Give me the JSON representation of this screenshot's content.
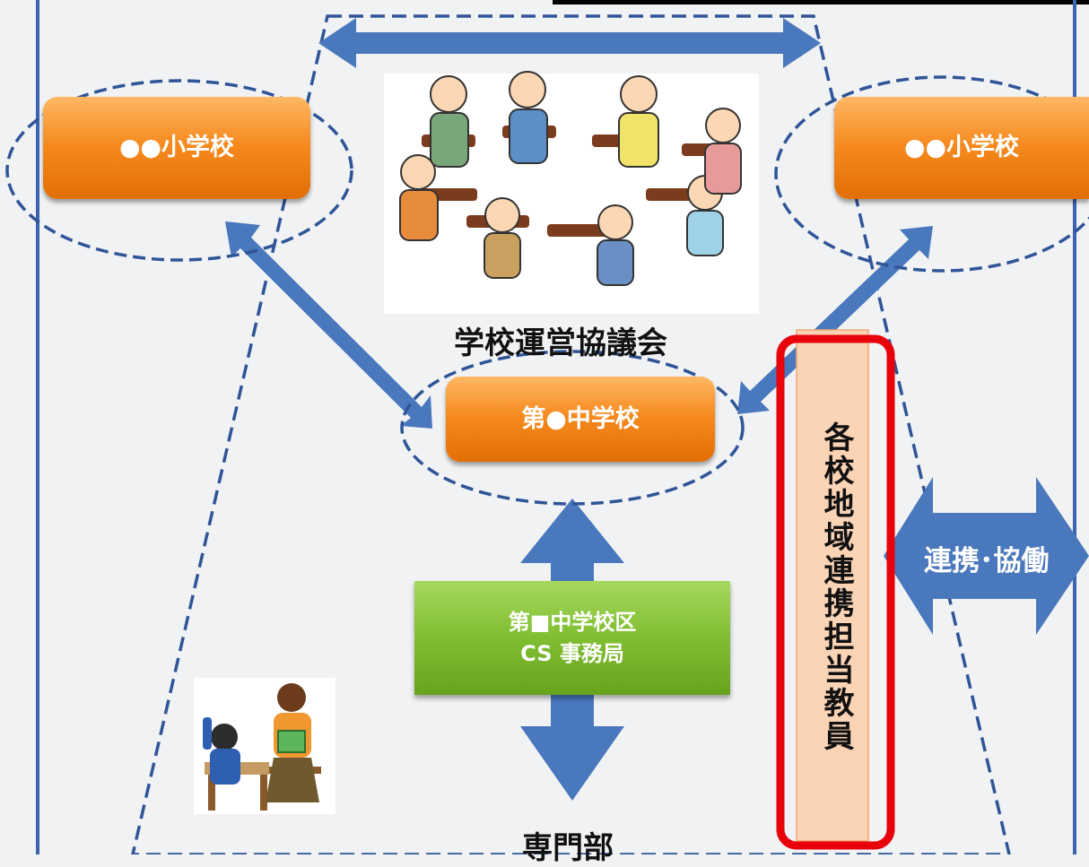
{
  "nodes": {
    "elementary_left": "●●小学校",
    "elementary_right": "●●小学校",
    "junior_high": "第●中学校",
    "office_line1": "第■中学校区",
    "office_line2": "CS 事務局",
    "council": "学校運営協議会",
    "teacher": "各校地域連携担当教員",
    "collab": "連携･協働",
    "specialist": "専門部"
  },
  "colors": {
    "frame_blue": "#3a64ad",
    "arrow_blue": "#4a78bd",
    "orange": "#f5891d",
    "green": "#80be31",
    "highlight_red": "#e8000b",
    "teacher_fill": "#fbd3b5"
  }
}
